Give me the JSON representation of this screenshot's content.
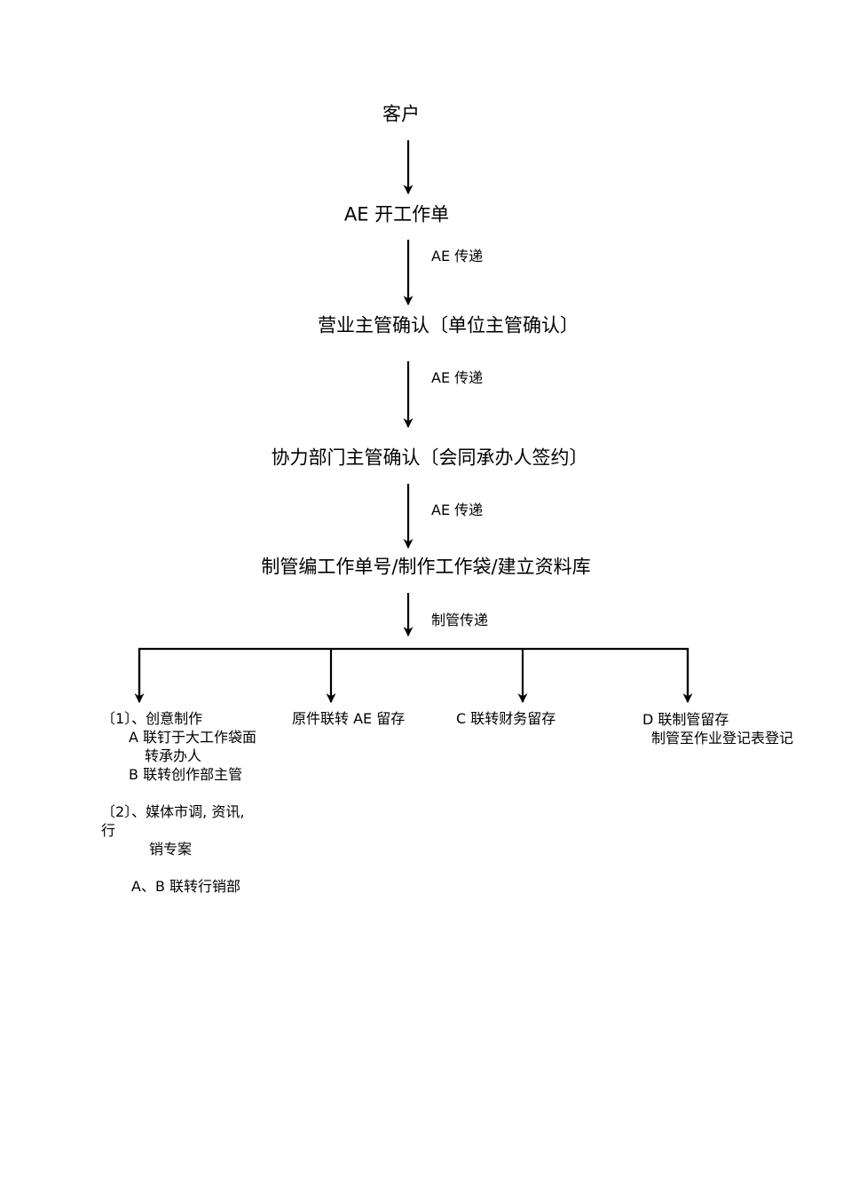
{
  "nodes": {
    "customer": "客户",
    "ae_open": "AE 开工作单",
    "sales_confirm": "营业主管确认〔单位主管确认〕",
    "partner_confirm": "协力部门主管确认〔会同承办人签约〕",
    "production": "制管编工作单号/制作工作袋/建立资料库"
  },
  "edges": {
    "e2": "AE 传递",
    "e3": "AE 传递",
    "e4": "AE 传递",
    "e5": "制管传递"
  },
  "branches": {
    "b1": {
      "lines": [
        "〔1〕、创意制作",
        "A 联钉于大工作袋面",
        "转承办人",
        "B 联转创作部主管",
        "〔2〕、媒体市调, 资讯,",
        "行",
        "销专案",
        "A、B 联转行销部"
      ]
    },
    "b2": {
      "lines": [
        "原件联转 AE 留存"
      ]
    },
    "b3": {
      "lines": [
        "C 联转财务留存"
      ]
    },
    "b4": {
      "lines": [
        "D 联制管留存",
        "制管至作业登记表登记"
      ]
    }
  }
}
